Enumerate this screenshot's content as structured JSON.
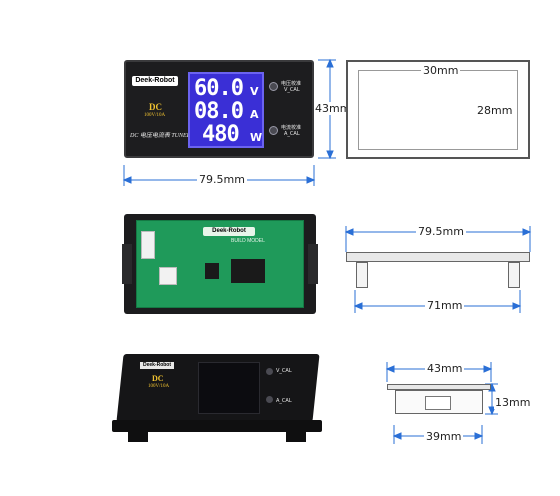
{
  "front_view": {
    "brand": "Deek-Robot",
    "model_big": "DC",
    "model_small": "100V/10A",
    "subtitle": "DC 电压电流表 TUNER MODE",
    "readings": [
      {
        "value": "60.0",
        "unit": "V",
        "color": "#ffffff"
      },
      {
        "value": "08.0",
        "unit": "A",
        "color": "#ffffff"
      },
      {
        "value": "480",
        "unit": "W",
        "color": "#ffffff"
      }
    ],
    "screen_color": "#3a2fd6",
    "buttons": [
      {
        "label_cn": "电压校准",
        "label": "V_CAL"
      },
      {
        "label_cn": "电流校准",
        "label": "A_CAL"
      }
    ],
    "width_dim": "79.5mm",
    "height_dim": "43mm"
  },
  "cutout_view": {
    "inner_width": "30mm",
    "inner_height": "28mm"
  },
  "back_view": {
    "brand": "Deek-Robot",
    "board_text": "BUILD MODEL",
    "board_color": "#1f9a5a"
  },
  "side_view": {
    "width_top": "79.5mm",
    "width_bottom": "71mm"
  },
  "angle_view": {
    "brand": "Deek-Robot",
    "model_big": "DC",
    "model_small": "100V/10A",
    "label_top": "V_CAL",
    "label_bottom": "A_CAL"
  },
  "end_view": {
    "width_top": "43mm",
    "height": "13mm",
    "width_bottom": "39mm"
  }
}
